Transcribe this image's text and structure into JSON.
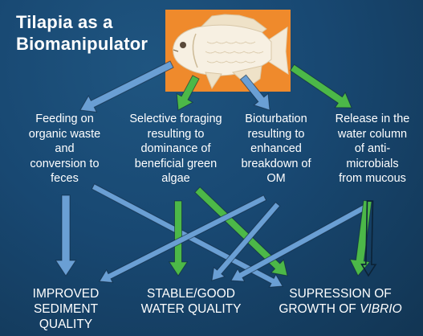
{
  "title": {
    "line1": "Tilapia as a",
    "line2": "Biomanipulator"
  },
  "fish_image": {
    "icon": "tilapia-fish-icon",
    "background": "#ef8a2c"
  },
  "processes": [
    {
      "lines": [
        "Feeding on",
        "organic waste",
        "and",
        "conversion to",
        "feces"
      ]
    },
    {
      "lines": [
        "Selective foraging",
        "resulting to",
        "dominance of",
        "beneficial green",
        "algae"
      ]
    },
    {
      "lines": [
        "Bioturbation",
        "resulting to",
        "enhanced",
        "breakdown of",
        "OM"
      ]
    },
    {
      "lines": [
        "Release in the",
        "water column",
        "of anti-",
        "microbials",
        "from mucous"
      ]
    }
  ],
  "outcomes": [
    {
      "lines": [
        "IMPROVED",
        "SEDIMENT",
        "QUALITY"
      ]
    },
    {
      "lines": [
        "STABLE/GOOD",
        "WATER QUALITY"
      ]
    },
    {
      "line1": "SUPRESSION OF",
      "line2_prefix": "GROWTH OF ",
      "line2_italic": "VIBRIO"
    }
  ],
  "colors": {
    "background": "#184872",
    "arrow_blue": "#6a9fd4",
    "arrow_green": "#4cb848",
    "text": "#ffffff"
  }
}
